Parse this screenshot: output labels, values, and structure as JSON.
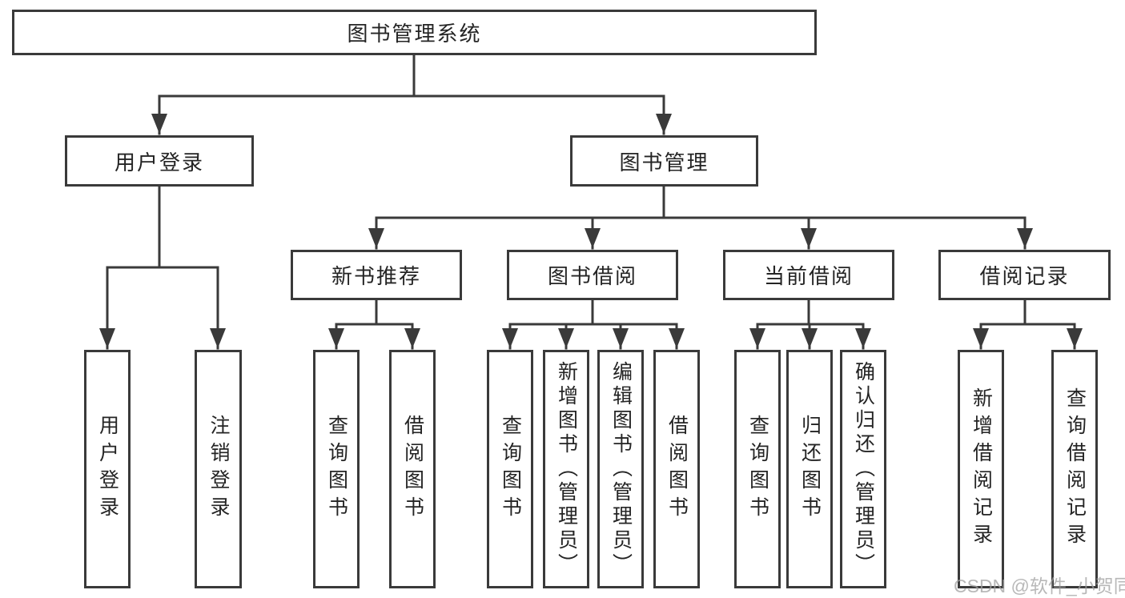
{
  "tree": {
    "root": "图书管理系统",
    "branches": [
      {
        "label": "用户登录",
        "leaves": [
          "用户登录",
          "注销登录"
        ]
      },
      {
        "label": "图书管理",
        "sections": [
          {
            "label": "新书推荐",
            "leaves": [
              "查询图书",
              "借阅图书"
            ]
          },
          {
            "label": "图书借阅",
            "leaves": [
              "查询图书",
              "新增图书（管理员）",
              "编辑图书（管理员）",
              "借阅图书"
            ]
          },
          {
            "label": "当前借阅",
            "leaves": [
              "查询图书",
              "归还图书",
              "确认归还（管理员）"
            ]
          },
          {
            "label": "借阅记录",
            "leaves": [
              "新增借阅记录",
              "查询借阅记录"
            ]
          }
        ]
      }
    ]
  },
  "watermark": {
    "text": "CSDN @软件_小贺同学",
    "color": "#a0a0a0"
  },
  "colors": {
    "line": "#3a3a3a",
    "box_border": "#3a3a3a",
    "text": "#242424",
    "background": "#ffffff"
  }
}
